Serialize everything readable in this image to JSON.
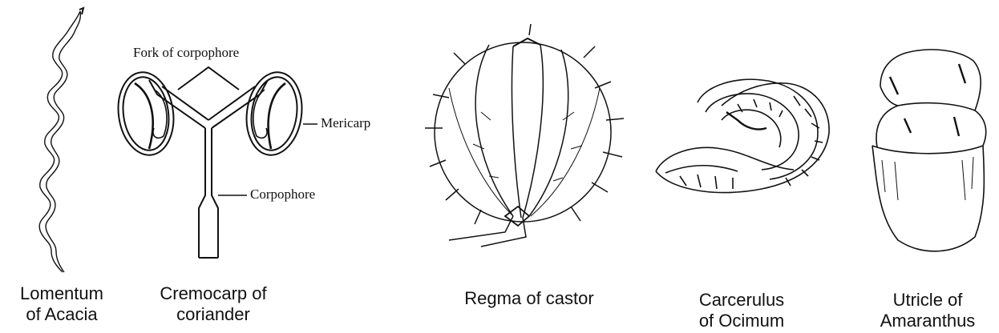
{
  "figures": [
    {
      "id": "lomentum",
      "caption_line1": "Lomentum",
      "caption_line2": "of Acacia"
    },
    {
      "id": "cremocarp",
      "caption_line1": "Cremocarp of",
      "caption_line2": "coriander"
    },
    {
      "id": "regma",
      "caption_line1": "Regma of castor",
      "caption_line2": ""
    },
    {
      "id": "carcerulus",
      "caption_line1": "Carcerulus",
      "caption_line2": "of Ocimum"
    },
    {
      "id": "utricle",
      "caption_line1": "Utricle of",
      "caption_line2": "Amaranthus"
    }
  ],
  "cremocarp_labels": {
    "fork": "Fork of corpophore",
    "mericarp": "Mericarp",
    "corpophore": "Corpophore"
  }
}
